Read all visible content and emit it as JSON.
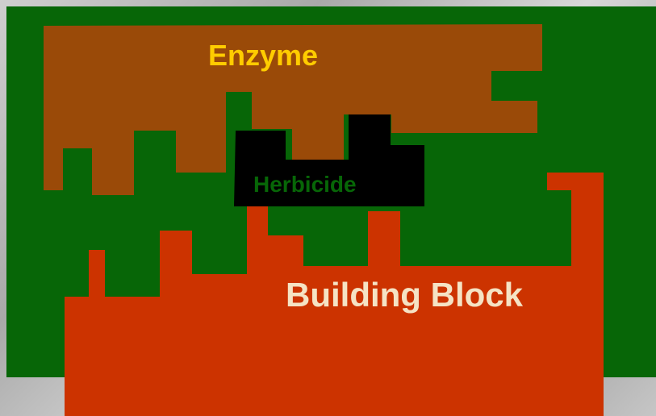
{
  "diagram": {
    "labels": {
      "enzyme": "Enzyme",
      "herbicide": "Herbicide",
      "building_block": "Building Block"
    },
    "colors": {
      "background_field": "#076607",
      "enzyme_fill": "#9a4a08",
      "herbicide_fill": "#000000",
      "building_block_fill": "#cc3300",
      "enzyme_text": "#ffcc00",
      "herbicide_text": "#076607",
      "building_block_text": "#f5e3c4",
      "photo_backdrop": "#b5b5b5"
    }
  }
}
